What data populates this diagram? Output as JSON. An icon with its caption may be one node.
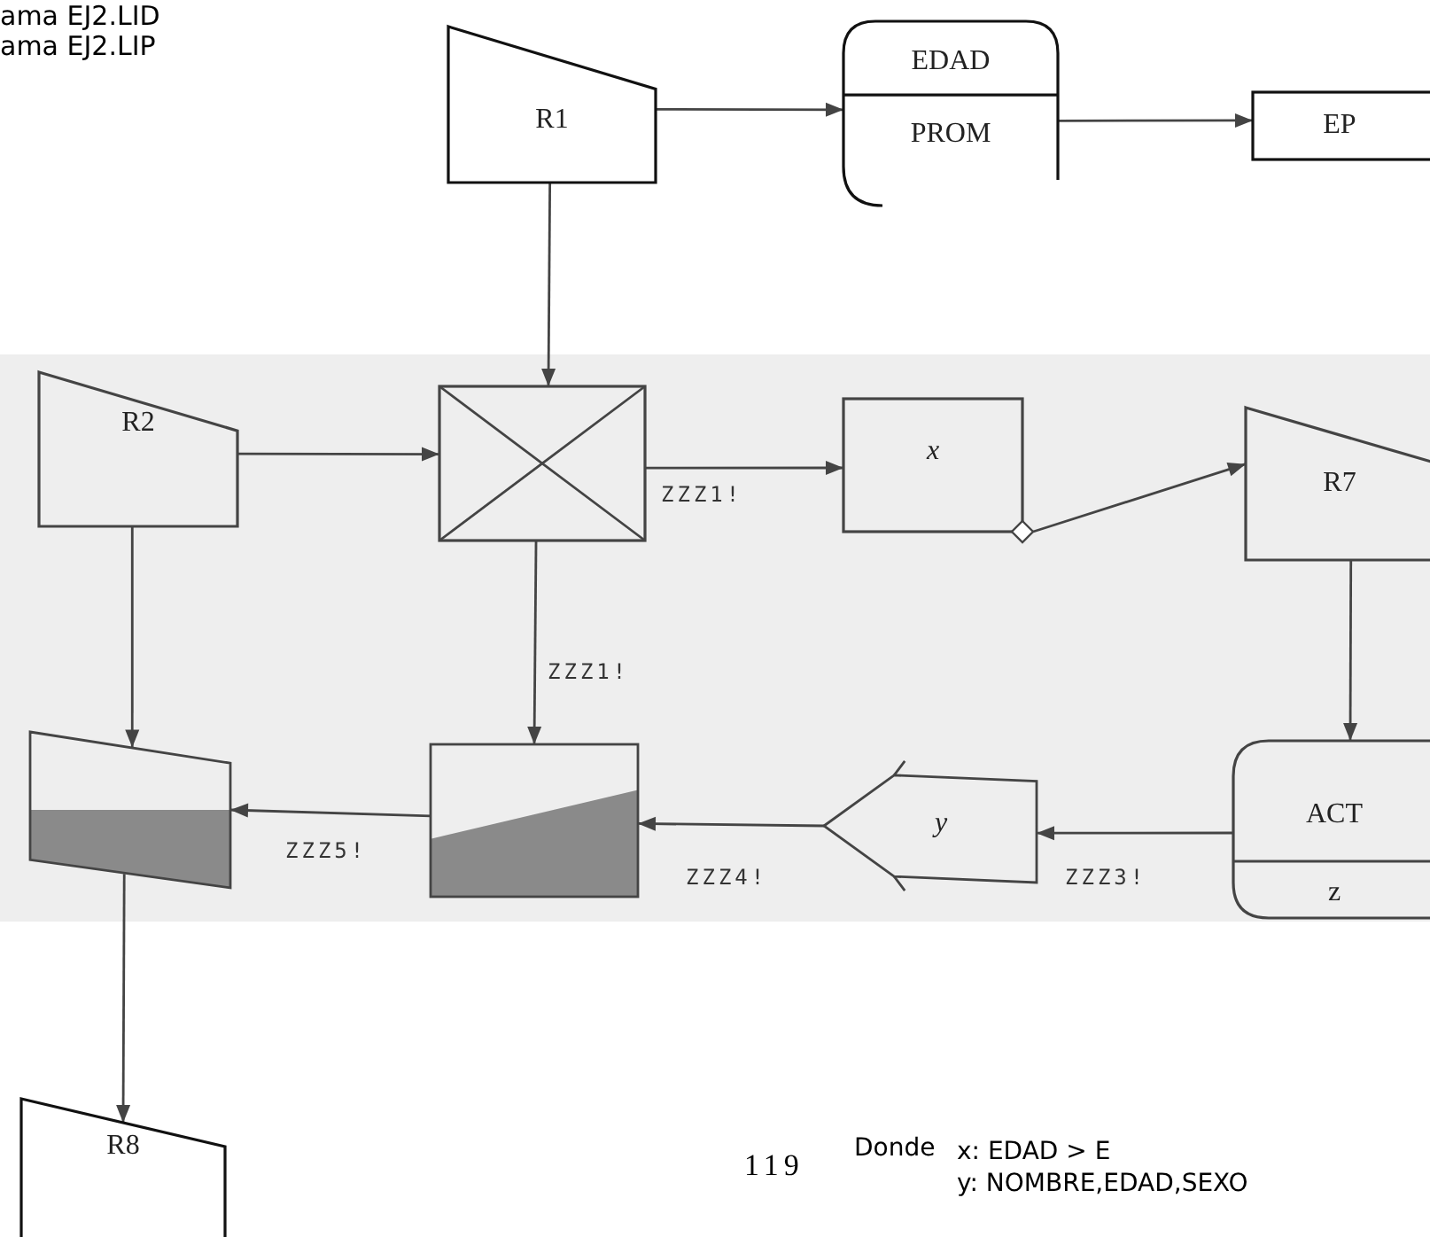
{
  "diagram": {
    "nodes": [
      {
        "text": [
          "R1"
        ]
      },
      {
        "text": [
          "EDAD",
          "PROM"
        ]
      },
      {
        "text": [
          "EP"
        ]
      },
      {
        "text": [
          "R2"
        ]
      },
      {
        "text": [],
        "shape": "box"
      },
      {
        "text": [
          "x"
        ]
      },
      {
        "text": [
          "R7"
        ]
      },
      {
        "text": [],
        "shape": "box"
      },
      {
        "text": [],
        "shape": "box"
      },
      {
        "text": [
          "y"
        ]
      },
      {
        "text": [
          "ACT",
          "z"
        ]
      },
      {
        "text": [
          "R8"
        ]
      }
    ],
    "edges": [
      {
        "from": 0,
        "to": 1,
        "arrow": "to"
      },
      {
        "from": 1,
        "to": 2,
        "arrow": "to"
      },
      {
        "from": 0,
        "to": 4,
        "arrow": "to"
      },
      {
        "from": 3,
        "to": 4,
        "arrow": "to"
      },
      {
        "from": 4,
        "to": 5,
        "arrow": "to",
        "label": "ZZZ1!"
      },
      {
        "from": 5,
        "to": 6,
        "arrow": "to"
      },
      {
        "from": 6,
        "to": 10,
        "arrow": "to"
      },
      {
        "from": 10,
        "to": 9,
        "arrow": "to",
        "label": "ZZZ3!"
      },
      {
        "from": 9,
        "to": 8,
        "arrow": "to",
        "label": "ZZZ4!"
      },
      {
        "from": 4,
        "to": 8,
        "arrow": "to",
        "label": "ZZZ1!"
      },
      {
        "from": 3,
        "to": 7,
        "arrow": "to"
      },
      {
        "from": 8,
        "to": 7,
        "arrow": "to",
        "label": "ZZZ5!"
      },
      {
        "from": 7,
        "to": 11,
        "arrow": "to"
      }
    ],
    "labels": [
      "ama EJ2.LID",
      "ama EJ2.LIP",
      "119",
      "Donde",
      "x: EDAD > E",
      "y: NOMBRE,EDAD,SEXO"
    ]
  }
}
